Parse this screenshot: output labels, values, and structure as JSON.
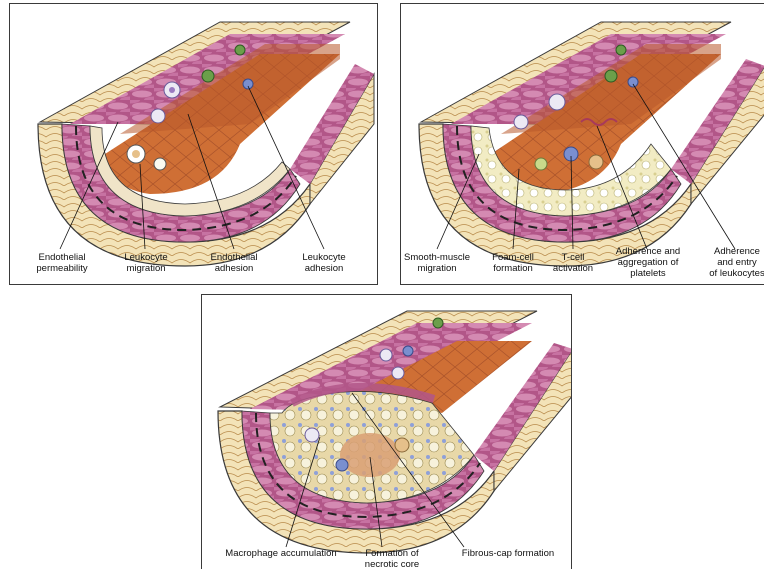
{
  "colors": {
    "lumen": "#c8652e",
    "lumen_light": "#e48a4c",
    "endothelium": "#f0e4c8",
    "media": "#a8467a",
    "media_light": "#d88cb4",
    "adventitia": "#f3e3b8",
    "outline": "#3a3a3a",
    "foam": "#f2ecc4",
    "necrotic": "#d9a074",
    "cell_green": "#6b9f4a",
    "cell_blue": "#7a8fcf",
    "cell_white": "#ece9f4"
  },
  "panels": [
    {
      "id": "endothelial-dysfunction",
      "labels": [
        {
          "lines": [
            "Endothelial",
            "permeability"
          ]
        },
        {
          "lines": [
            "Leukocyte",
            "migration"
          ]
        },
        {
          "lines": [
            "Endothelial",
            "adhesion"
          ]
        },
        {
          "lines": [
            "Leukocyte",
            "adhesion"
          ]
        }
      ]
    },
    {
      "id": "fatty-streak",
      "labels": [
        {
          "lines": [
            "Smooth-muscle",
            "migration"
          ]
        },
        {
          "lines": [
            "Foam-cell",
            "formation"
          ]
        },
        {
          "lines": [
            "T-cell",
            "activation"
          ]
        },
        {
          "lines": [
            "Adherence and",
            "aggregation of",
            "platelets"
          ]
        },
        {
          "lines": [
            "Adherence",
            "and entry",
            "of leukocytes"
          ]
        }
      ]
    },
    {
      "id": "advanced-lesion",
      "labels": [
        {
          "lines": [
            "Macrophage accumulation"
          ]
        },
        {
          "lines": [
            "Formation of",
            "necrotic core"
          ]
        },
        {
          "lines": [
            "Fibrous-cap formation"
          ]
        }
      ]
    }
  ]
}
